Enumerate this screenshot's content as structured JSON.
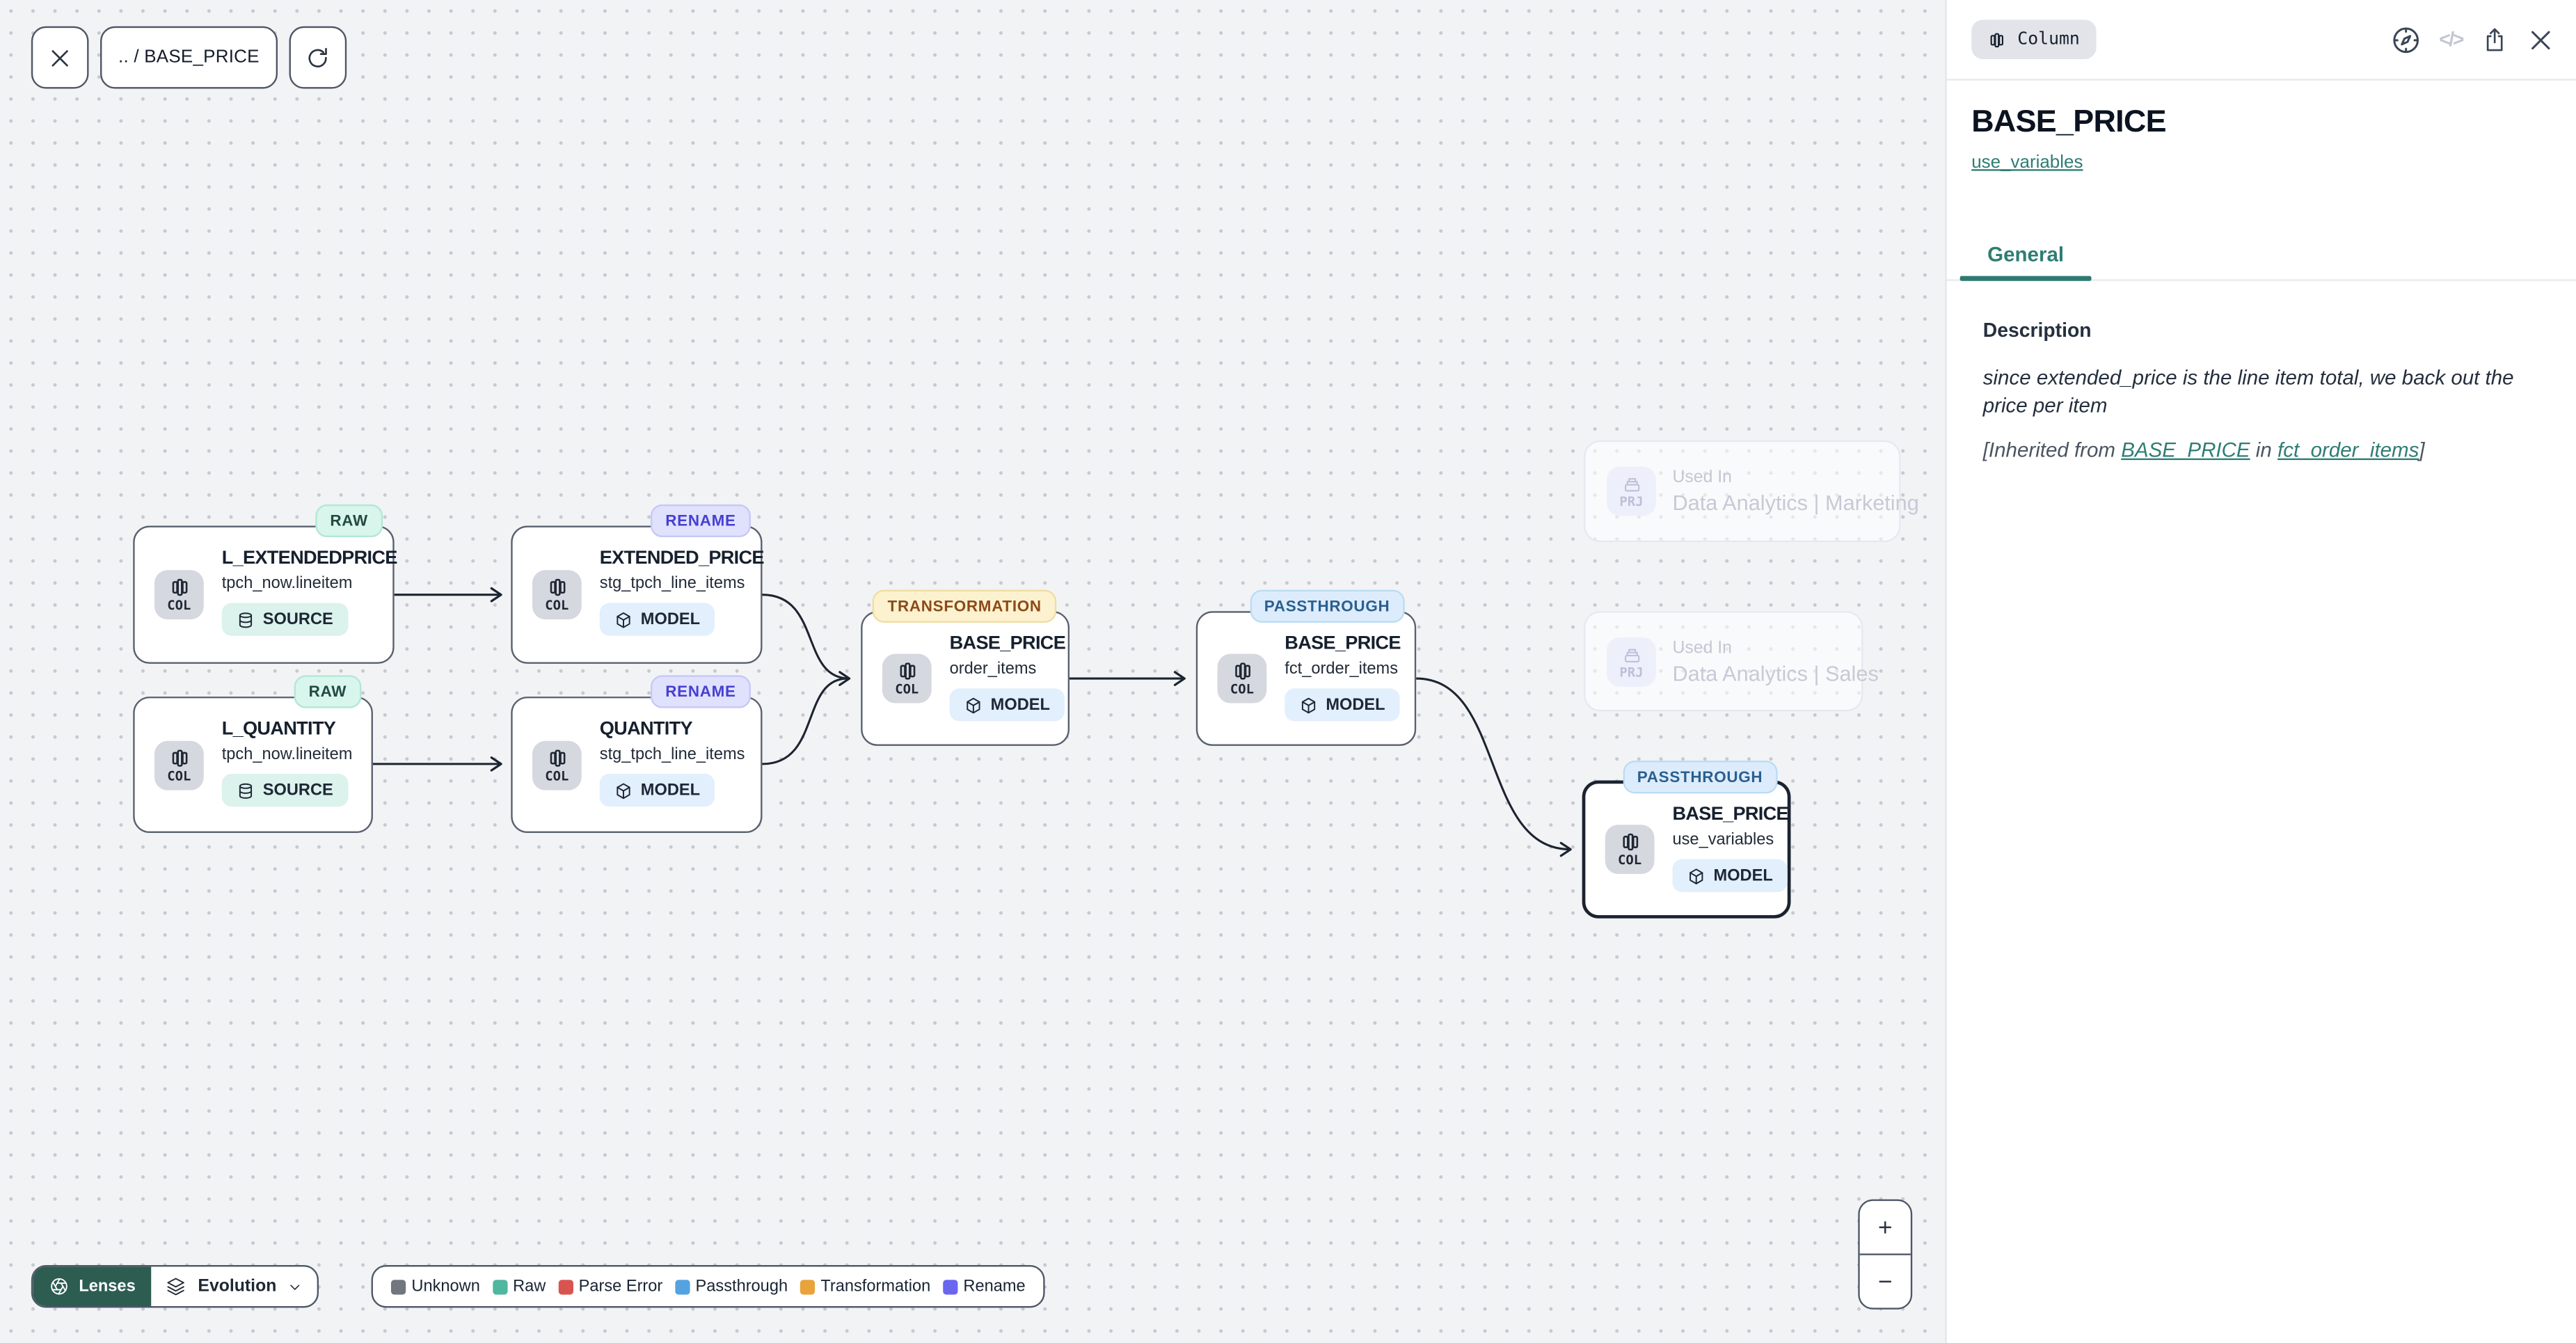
{
  "toolbar": {
    "breadcrumb": ".. / BASE_PRICE"
  },
  "canvas": {
    "col_label": "COL",
    "prj_label": "PRJ",
    "nodes": [
      {
        "lens": "RAW",
        "title": "L_EXTENDEDPRICE",
        "subtitle": "tpch_now.lineitem",
        "type_label": "SOURCE"
      },
      {
        "lens": "RAW",
        "title": "L_QUANTITY",
        "subtitle": "tpch_now.lineitem",
        "type_label": "SOURCE"
      },
      {
        "lens": "RENAME",
        "title": "EXTENDED_PRICE",
        "subtitle": "stg_tpch_line_items",
        "type_label": "MODEL"
      },
      {
        "lens": "RENAME",
        "title": "QUANTITY",
        "subtitle": "stg_tpch_line_items",
        "type_label": "MODEL"
      },
      {
        "lens": "TRANSFORMATION",
        "title": "BASE_PRICE",
        "subtitle": "order_items",
        "type_label": "MODEL"
      },
      {
        "lens": "PASSTHROUGH",
        "title": "BASE_PRICE",
        "subtitle": "fct_order_items",
        "type_label": "MODEL"
      },
      {
        "lens": "PASSTHROUGH",
        "title": "BASE_PRICE",
        "subtitle": "use_variables",
        "type_label": "MODEL"
      }
    ],
    "used_in": [
      {
        "label": "Used In",
        "name": "Data Analytics | Marketing"
      },
      {
        "label": "Used In",
        "name": "Data Analytics | Sales"
      }
    ]
  },
  "lenses": {
    "button": "Lenses",
    "selected_lens": "Evolution"
  },
  "legend": {
    "items": [
      {
        "label": "Unknown",
        "color": "#71767f"
      },
      {
        "label": "Raw",
        "color": "#4fb79d"
      },
      {
        "label": "Parse Error",
        "color": "#d95450"
      },
      {
        "label": "Passthrough",
        "color": "#54a2e0"
      },
      {
        "label": "Transformation",
        "color": "#e8a33b"
      },
      {
        "label": "Rename",
        "color": "#6b66f0"
      }
    ]
  },
  "zoom_controls": {
    "zoom_in": "+",
    "zoom_out": "−"
  },
  "panel": {
    "entity_badge": "Column",
    "title": "BASE_PRICE",
    "model_link": "use_variables",
    "tabs": [
      {
        "label": "General"
      }
    ],
    "section_heading": "Description",
    "description": "since extended_price is the line item total, we back out the price per item",
    "inherited": {
      "prefix": "[Inherited from ",
      "column_link": "BASE_PRICE",
      "middle": " in ",
      "model_link": "fct_order_items",
      "suffix": "]"
    }
  }
}
